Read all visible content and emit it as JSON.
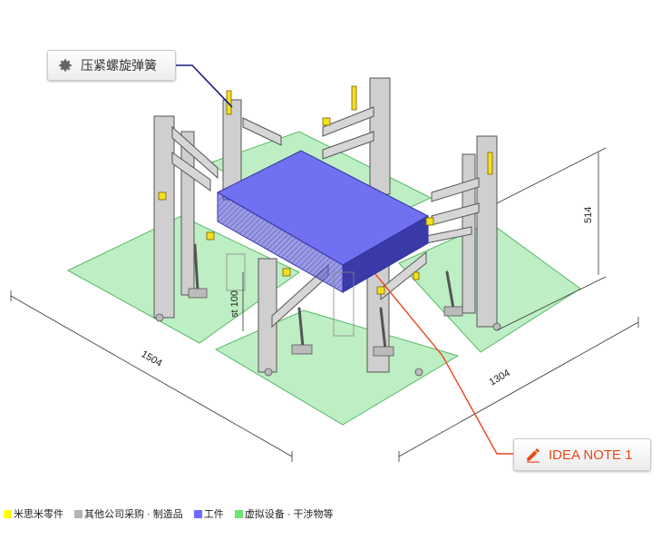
{
  "callouts": {
    "gear_label": "压紧螺旋弹簧",
    "note_label": "IDEA NOTE 1"
  },
  "dimensions": {
    "length_1": "1504",
    "length_2": "1304",
    "height": "514",
    "stroke": "st 100"
  },
  "legend": [
    {
      "label": "米思米零件",
      "color": "#ffff00"
    },
    {
      "label": "其他公司采购 · 制造品",
      "color": "#b4b4b4"
    },
    {
      "label": "工件",
      "color": "#6b6bff"
    },
    {
      "label": "虚拟设备 · 干涉物等",
      "color": "#6fe26f"
    }
  ],
  "colors": {
    "base_plate": "#a8e8b0",
    "workpiece": "#7070f0",
    "frame": "#c8c8c8",
    "accent": "#e8491d",
    "leader_blue": "#1a1a80"
  },
  "icons": {
    "gear": "gear-icon",
    "note": "pencil-icon"
  }
}
